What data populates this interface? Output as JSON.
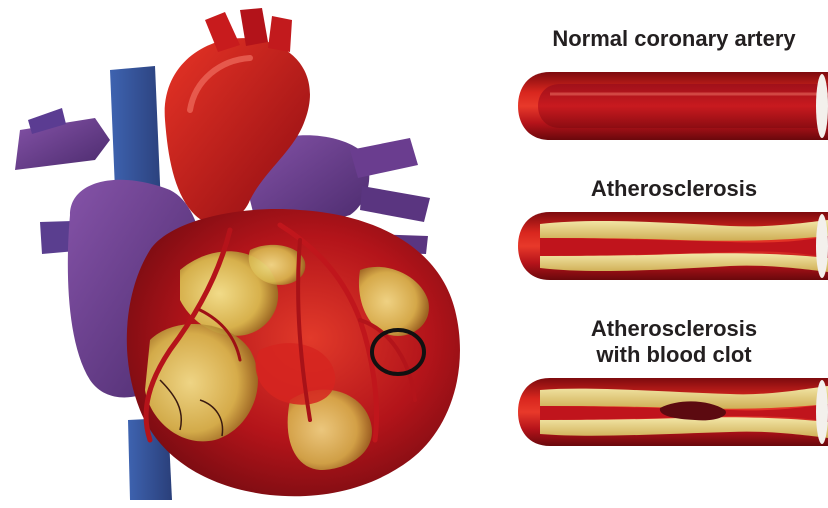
{
  "diagram": {
    "labels": {
      "normal": "Normal coronary artery",
      "atherosclerosis": "Atherosclerosis",
      "clot_line1": "Atherosclerosis",
      "clot_line2": "with blood clot"
    },
    "colors": {
      "label_text": "#231f20",
      "artery_red": "#c4151c",
      "artery_dark": "#7d0a0e",
      "plaque_yellow": "#e9d27a",
      "vein_blue": "#3d5fa8",
      "vein_purple": "#6a3d8f",
      "ring": "#111111"
    }
  }
}
